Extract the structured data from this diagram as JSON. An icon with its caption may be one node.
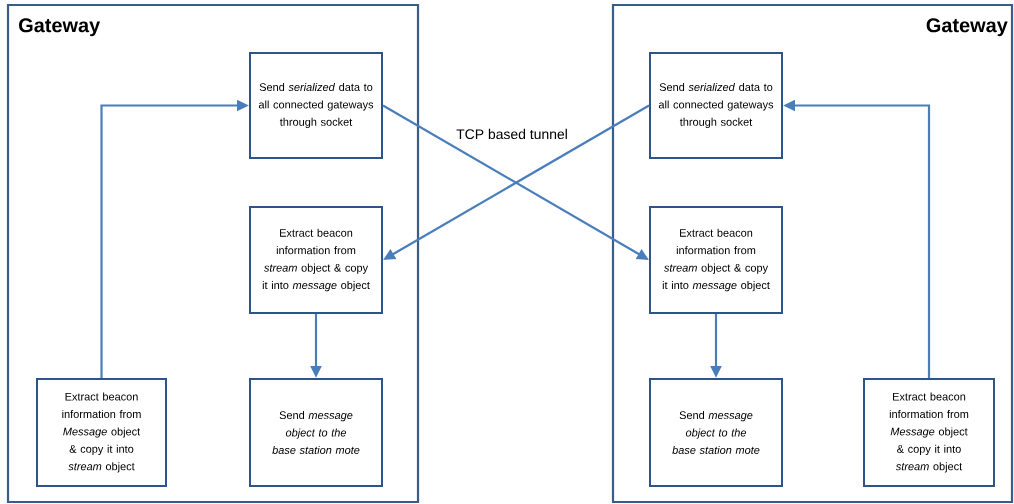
{
  "diagram": {
    "nodes": [
      {
        "text": [
          "Gateway"
        ]
      },
      {
        "text": [
          "Send *serialized* data to all connected gateways through socket"
        ],
        "in": 0
      },
      {
        "text": [
          "Extract beacon information from *stream* object & copy it into *message* object"
        ],
        "in": 0
      },
      {
        "text": [
          "Extract beacon information from *Message* object & copy it into *stream* object"
        ],
        "in": 0
      },
      {
        "text": [
          "Send *message object to the base station mote*"
        ],
        "in": 0
      },
      {
        "text": [
          "Gateway"
        ]
      },
      {
        "text": [
          "Send *serialized* data to all connected gateways through socket"
        ],
        "in": 5
      },
      {
        "text": [
          "Extract beacon information from *stream* object & copy it into *message* object"
        ],
        "in": 5
      },
      {
        "text": [
          "Send *message object to the base station mote*"
        ],
        "in": 5
      },
      {
        "text": [
          "Extract beacon information from *Message* object & copy it into *stream* object"
        ],
        "in": 5
      }
    ],
    "edges": [
      {
        "from": 3,
        "to": 1,
        "arrow": "to"
      },
      {
        "from": 1,
        "to": 7,
        "arrow": "to"
      },
      {
        "from": 6,
        "to": 2,
        "arrow": "to"
      },
      {
        "from": 2,
        "to": 4,
        "arrow": "to"
      },
      {
        "from": 7,
        "to": 8,
        "arrow": "to"
      },
      {
        "from": 9,
        "to": 6,
        "arrow": "to"
      }
    ],
    "labels": [
      "TCP based tunnel"
    ]
  }
}
